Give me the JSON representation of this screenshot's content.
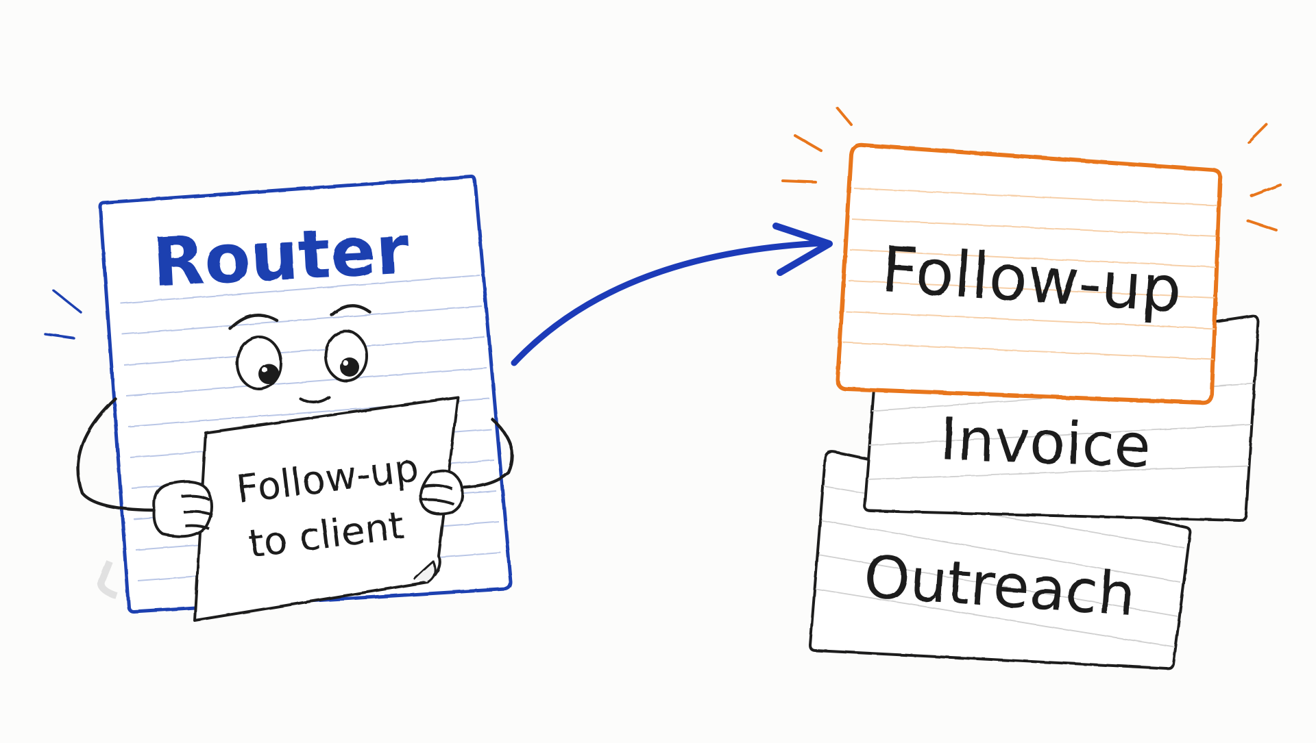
{
  "router": {
    "title": "Router",
    "sign_line_1": "Follow-up",
    "sign_line_2": "to client"
  },
  "cards": [
    {
      "label": "Follow-up",
      "highlighted": true
    },
    {
      "label": "Invoice",
      "highlighted": false
    },
    {
      "label": "Outreach",
      "highlighted": false
    }
  ],
  "colors": {
    "router_blue": "#1f3fb0",
    "arrow_blue": "#1c3bb8",
    "highlight_orange": "#e8761e",
    "ink": "#1e1e1e",
    "rule_line": "#b9c6e6"
  }
}
